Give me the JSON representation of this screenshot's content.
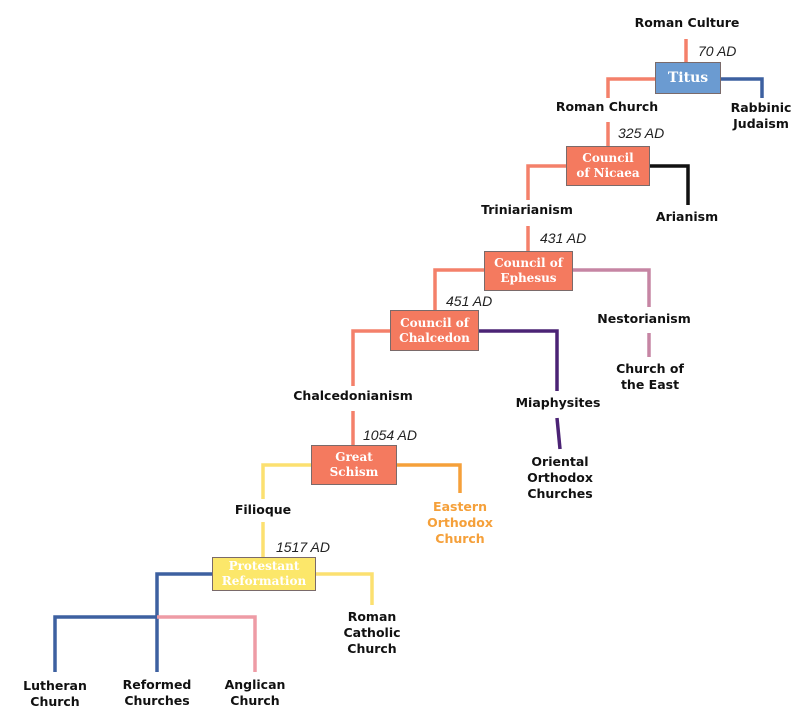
{
  "colors": {
    "salmon": "#F4806A",
    "blue": "#3D60A0",
    "black": "#111111",
    "mauve": "#C685A4",
    "purple": "#4B2375",
    "yellow": "#FCE070",
    "orange": "#F5A03A",
    "pink": "#EE9BA5"
  },
  "events": {
    "titus": {
      "label": "Titus",
      "date": "70 AD"
    },
    "nicaea": {
      "label": "Council\nof Nicaea",
      "date": "325 AD"
    },
    "ephesus": {
      "label": "Council of\nEphesus",
      "date": "431 AD"
    },
    "chalcedon": {
      "label": "Council of\nChalcedon",
      "date": "451 AD"
    },
    "schism": {
      "label": "Great\nSchism",
      "date": "1054 AD"
    },
    "reformation": {
      "label": "Protestant\nReformation",
      "date": "1517 AD"
    }
  },
  "groups": {
    "roman_culture": "Roman Culture",
    "roman_church": "Roman Church",
    "rabbinic_judaism": "Rabbinic\nJudaism",
    "triniarianism": "Triniarianism",
    "arianism": "Arianism",
    "nestorianism": "Nestorianism",
    "church_of_the_east": "Church of\nthe East",
    "chalcedonianism": "Chalcedonianism",
    "miaphysites": "Miaphysites",
    "oriental_orthodox": "Oriental\nOrthodox\nChurches",
    "filioque": "Filioque",
    "eastern_orthodox": "Eastern\nOrthodox\nChurch",
    "roman_catholic": "Roman\nCatholic\nChurch",
    "lutheran": "Lutheran\nChurch",
    "reformed": "Reformed\nChurches",
    "anglican": "Anglican\nChurch"
  }
}
